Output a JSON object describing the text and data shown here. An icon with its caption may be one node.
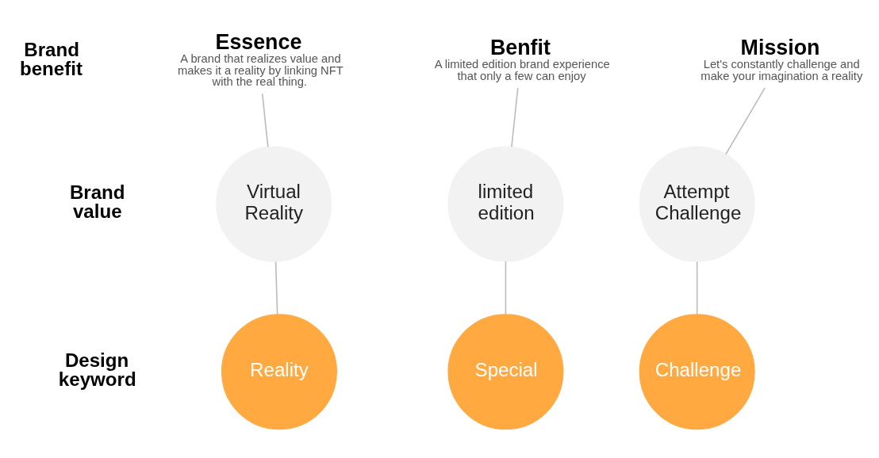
{
  "diagram": {
    "nodes": [
      {
        "text": [
          "Essence",
          "A brand that realizes value and makes it a reality by linking NFT with the real thing."
        ]
      },
      {
        "text": [
          "Benfit",
          "A limited edition brand experience that only a few can enjoy"
        ]
      },
      {
        "text": [
          "Mission",
          "Let's constantly challenge and make your imagination a reality"
        ]
      },
      {
        "text": [
          "Virtual Reality"
        ]
      },
      {
        "text": [
          "limited edition"
        ]
      },
      {
        "text": [
          "Attempt Challenge"
        ]
      },
      {
        "text": [
          "Reality"
        ]
      },
      {
        "text": [
          "Special"
        ]
      },
      {
        "text": [
          "Challenge"
        ]
      }
    ],
    "edges": [
      {
        "from": 0,
        "to": 3,
        "arrow": "none"
      },
      {
        "from": 1,
        "to": 4,
        "arrow": "none"
      },
      {
        "from": 2,
        "to": 5,
        "arrow": "none"
      },
      {
        "from": 3,
        "to": 6,
        "arrow": "none"
      },
      {
        "from": 4,
        "to": 7,
        "arrow": "none"
      },
      {
        "from": 5,
        "to": 8,
        "arrow": "none"
      }
    ],
    "labels": [
      "Brand benefit",
      "Brand value",
      "Design keyword"
    ]
  }
}
